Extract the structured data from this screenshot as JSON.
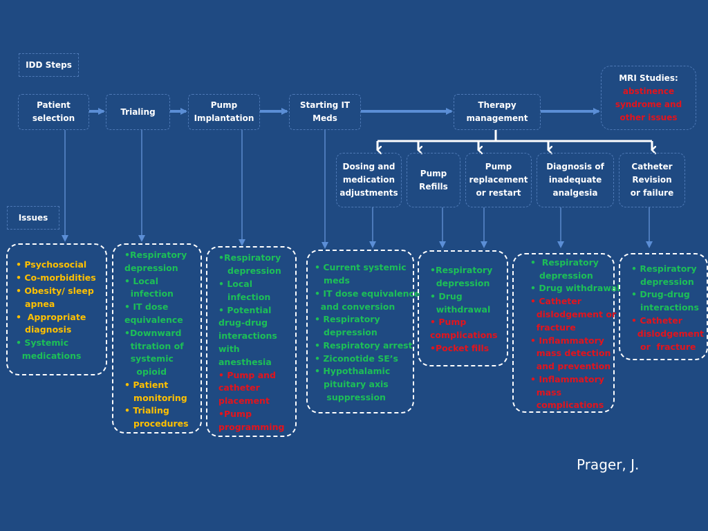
{
  "labels": {
    "idd_steps": "IDD Steps",
    "issues": "Issues"
  },
  "steps": {
    "patient_selection": "Patient\nselection",
    "trialing": "Trialing",
    "pump_implantation": "Pump\nImplantation",
    "starting_it_meds": "Starting IT\nMeds",
    "therapy_management": "Therapy\nmanagement"
  },
  "mri": {
    "title": "MRI Studies:",
    "detail": "abstinence\nsyndrome and\nother issues"
  },
  "substeps": {
    "dosing": "Dosing and\nmedication\nadjustments",
    "refills": "Pump\nRefills",
    "replacement": "Pump\nreplacement\nor restart",
    "diagnosis": "Diagnosis of\ninadequate\nanalgesia",
    "catheter": "Catheter\nRevision\nor failure"
  },
  "issue_lists": {
    "patient_selection": [
      {
        "text": "• Psychosocial",
        "color": "yellow"
      },
      {
        "text": "• Co-morbidities",
        "color": "yellow"
      },
      {
        "text": "• Obesity/ sleep\n   apnea",
        "color": "yellow"
      },
      {
        "text": "•  Appropriate\n   diagnosis",
        "color": "yellow"
      },
      {
        "text": "• Systemic\n  medications",
        "color": "green"
      }
    ],
    "trialing": [
      {
        "text": "•Respiratory\ndepression",
        "color": "green"
      },
      {
        "text": "• Local\n  infection",
        "color": "green"
      },
      {
        "text": "• IT dose\nequivalence",
        "color": "green"
      },
      {
        "text": "•Downward\n  titration of\n  systemic\n    opioid",
        "color": "green"
      },
      {
        "text": "• Patient\n   monitoring",
        "color": "yellow"
      },
      {
        "text": "• Trialing\n   procedures",
        "color": "yellow"
      }
    ],
    "pump_implantation": [
      {
        "text": "•Respiratory\n   depression",
        "color": "green"
      },
      {
        "text": "• Local\n   infection",
        "color": "green"
      },
      {
        "text": "• Potential\ndrug-drug\ninteractions\nwith\nanesthesia",
        "color": "green"
      },
      {
        "text": "• Pump and\ncatheter\nplacement",
        "color": "red"
      },
      {
        "text": "•Pump\nprogramming",
        "color": "red"
      }
    ],
    "starting_it_meds": [
      {
        "text": "• Current systemic\n   meds",
        "color": "green"
      },
      {
        "text": "• IT dose equivalence\n  and conversion",
        "color": "green"
      },
      {
        "text": "• Respiratory\n   depression",
        "color": "green"
      },
      {
        "text": "• Respiratory arrest",
        "color": "green"
      },
      {
        "text": "• Ziconotide SE’s",
        "color": "green"
      },
      {
        "text": "• Hypothalamic\n   pituitary axis\n    suppression",
        "color": "green"
      }
    ],
    "pump_refills": [
      {
        "text": "•Respiratory\n  depression",
        "color": "green"
      },
      {
        "text": "• Drug\n  withdrawal",
        "color": "green"
      },
      {
        "text": "• Pump\ncomplications",
        "color": "red"
      },
      {
        "text": "•Pocket fills",
        "color": "red"
      }
    ],
    "diagnosis": [
      {
        "text": "•  Respiratory\n   depression",
        "color": "green"
      },
      {
        "text": "• Drug withdrawal",
        "color": "green"
      },
      {
        "text": "• Catheter\n  dislodgement or\n  fracture",
        "color": "red"
      },
      {
        "text": "• Inflammatory\n  mass detection\n  and prevention",
        "color": "red"
      },
      {
        "text": "• Inflammatory\n  mass\n  complications",
        "color": "red"
      }
    ],
    "catheter": [
      {
        "text": "• Respiratory\n   depression",
        "color": "green"
      },
      {
        "text": "• Drug-drug\n   interactions",
        "color": "green"
      },
      {
        "text": "• Catheter\n  dislodgement\n   or  fracture",
        "color": "red"
      }
    ]
  },
  "credit": "Prager, J.",
  "colors": {
    "background": "#1f4a82",
    "yellow": "#ffc000",
    "green": "#1dbf57",
    "red": "#e2141d",
    "connector": "#5b8ed6"
  }
}
